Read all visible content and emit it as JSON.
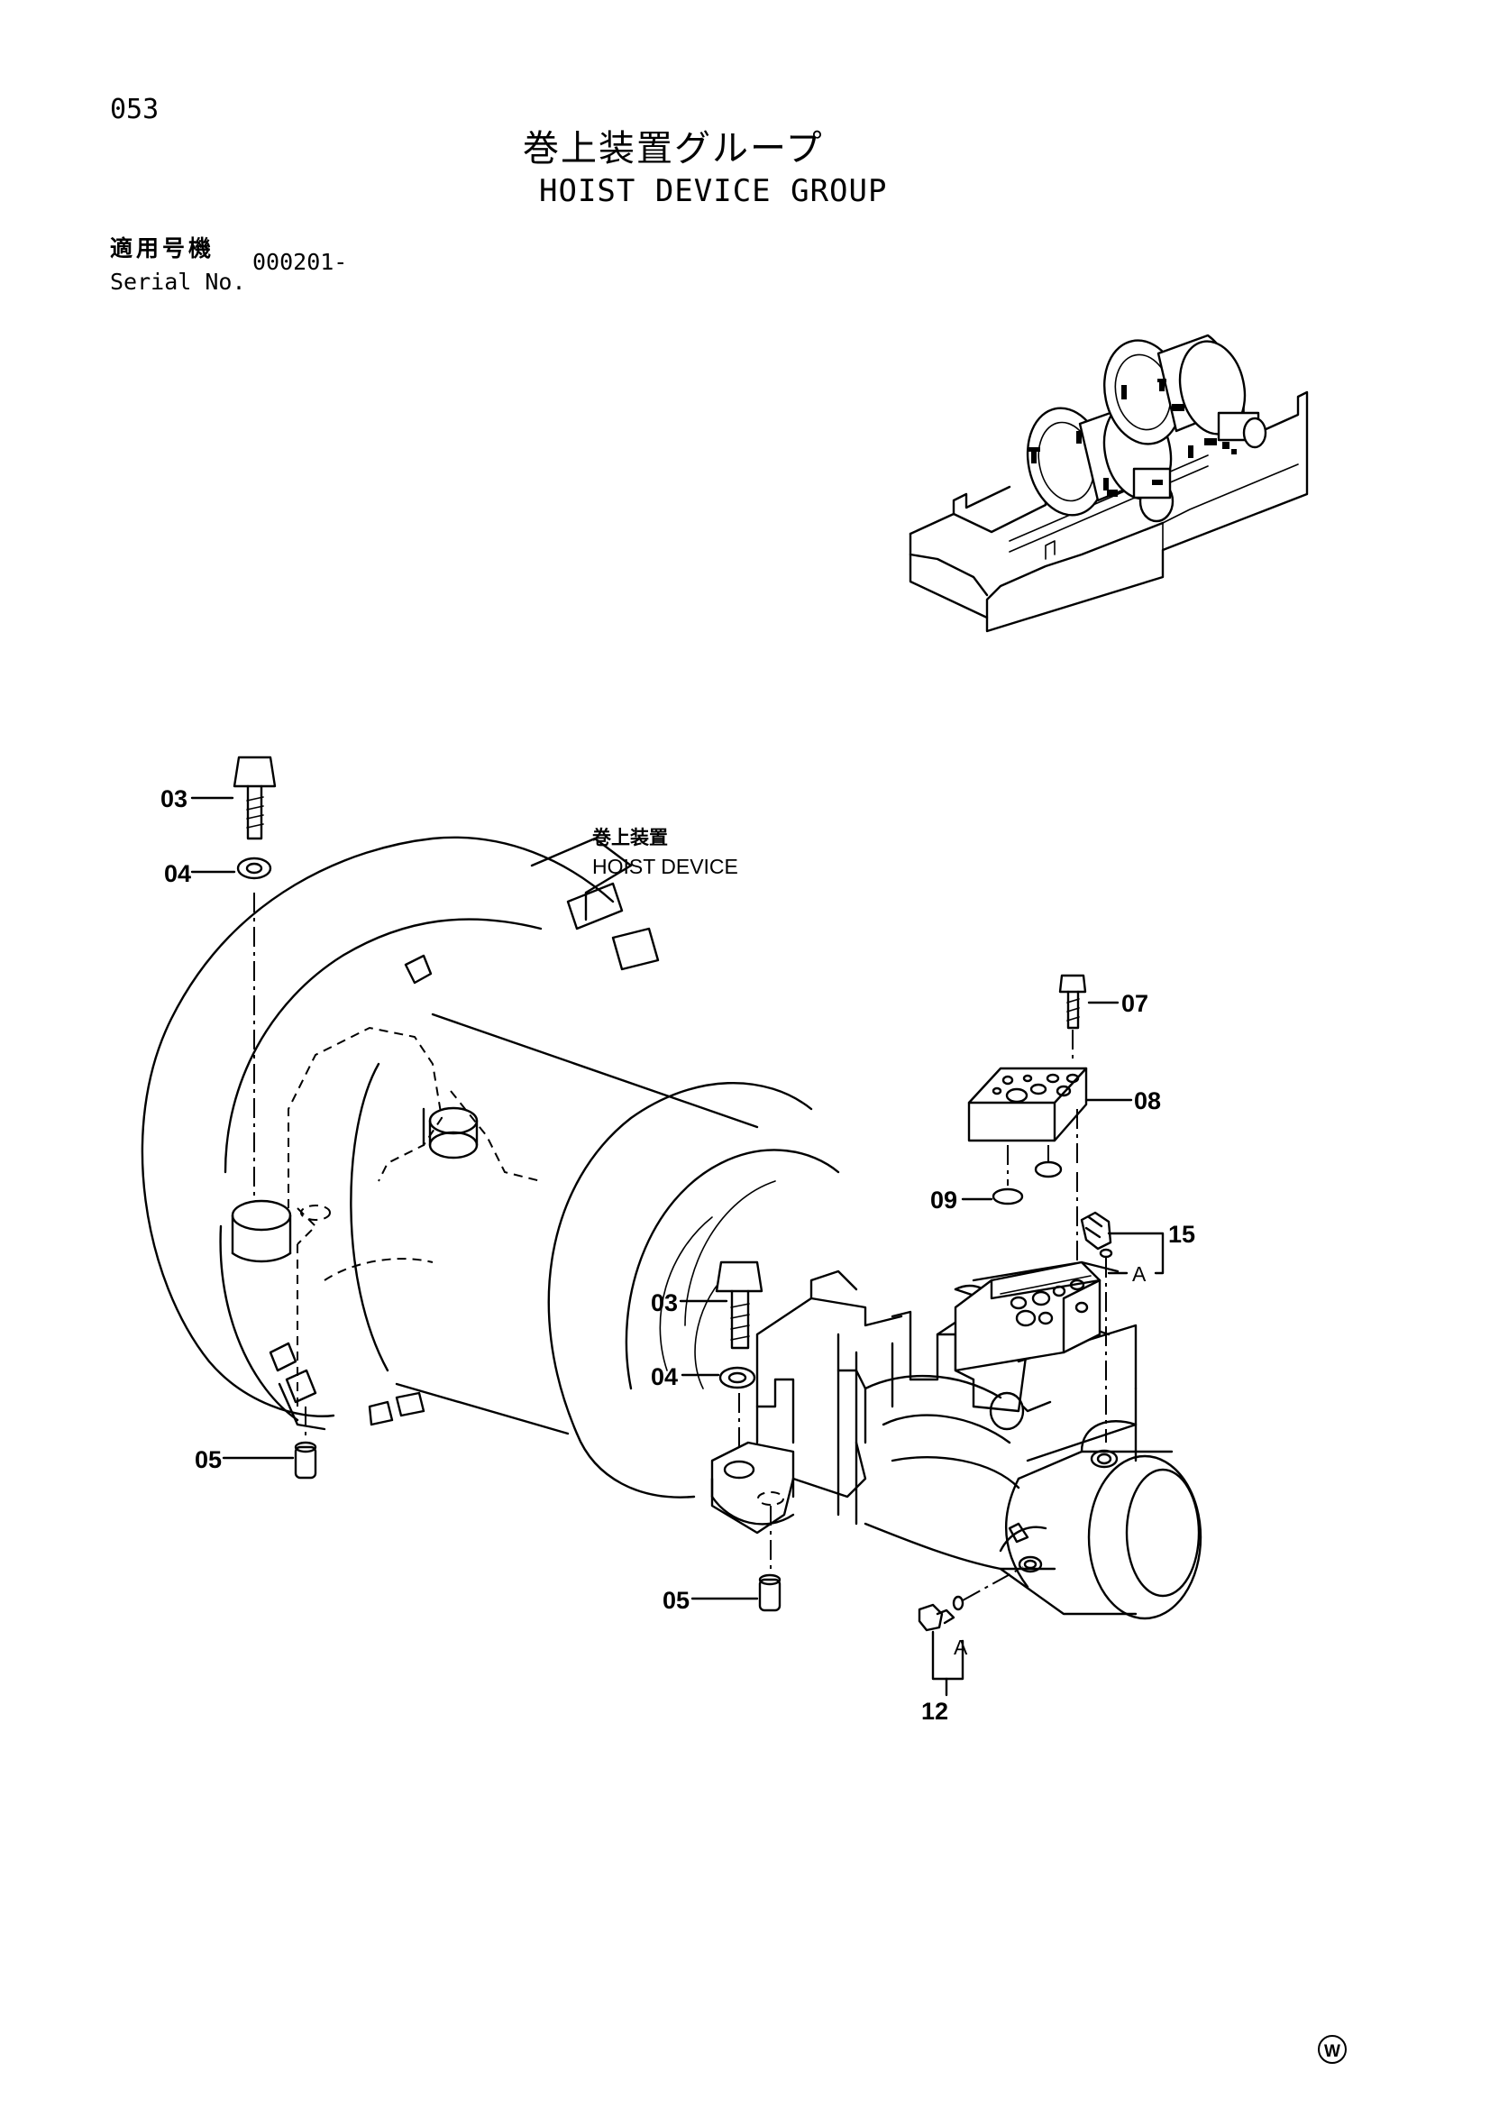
{
  "page": {
    "number": "053",
    "title_ja": "巻上装置グループ",
    "title_en": "HOIST DEVICE GROUP",
    "serial_label_ja": "適用号機",
    "serial_label_en": "Serial No.",
    "serial_value": "000201-"
  },
  "diagram": {
    "assembly_label_ja": "巻上装置",
    "assembly_label_en": "HOIST DEVICE",
    "callouts": {
      "bolt_top": "03",
      "washer_top": "04",
      "pin_left": "05",
      "bolt_mid": "03",
      "washer_mid": "04",
      "pin_mid": "05",
      "screw_valve": "07",
      "valve_block": "08",
      "oring_valve": "09",
      "elbow_fitting": "15",
      "connector_fitting": "12",
      "ref_a_upper": "A",
      "ref_a_lower": "A"
    },
    "maker_mark": "W"
  }
}
